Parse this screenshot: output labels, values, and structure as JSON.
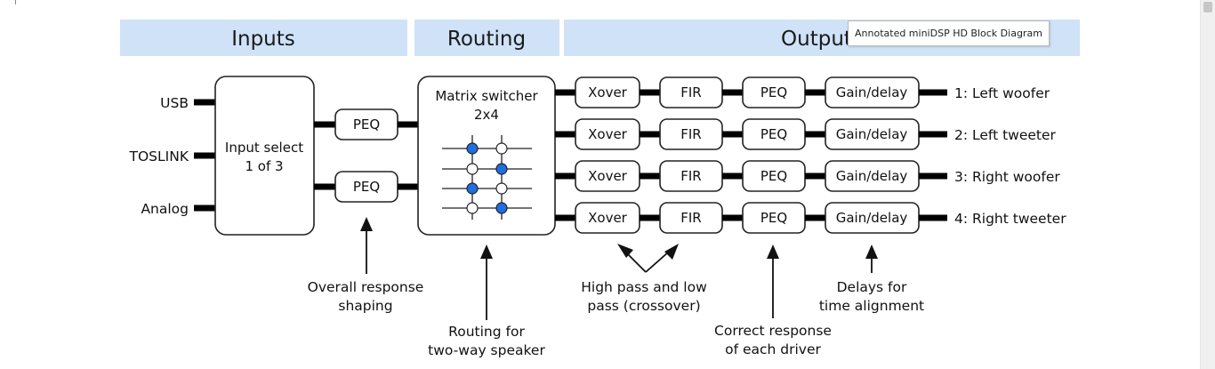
{
  "headers": {
    "inputs": "Inputs",
    "routing": "Routing",
    "outputs": "Outputs"
  },
  "tooltip": "Annotated miniDSP HD Block Diagram",
  "input_labels": {
    "usb": "USB",
    "toslink": "TOSLINK",
    "analog": "Analog"
  },
  "input_select": {
    "line1": "Input select",
    "line2": "1 of 3"
  },
  "peq_label": "PEQ",
  "matrix": {
    "line1": "Matrix switcher",
    "line2": "2x4"
  },
  "blocks": {
    "xover": "Xover",
    "fir": "FIR",
    "peq": "PEQ",
    "gain": "Gain/delay"
  },
  "outputs": [
    "1: Left woofer",
    "2: Left tweeter",
    "3: Right woofer",
    "4: Right tweeter"
  ],
  "notes": {
    "overall": [
      "Overall response",
      "shaping"
    ],
    "routing": [
      "Routing for",
      "two-way speaker"
    ],
    "crossover": [
      "High pass and low",
      "pass (crossover)"
    ],
    "correct": [
      "Correct response",
      "of each driver"
    ],
    "delays": [
      "Delays for",
      "time alignment"
    ]
  },
  "colors": {
    "header_bg": "#cfe2f8",
    "active_node": "#1f6fe0"
  }
}
